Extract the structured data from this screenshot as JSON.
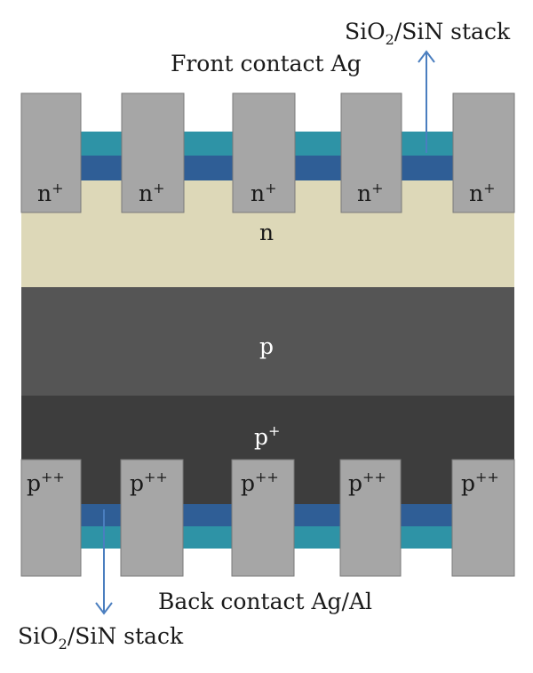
{
  "labels": {
    "front_contact": "Front contact Ag",
    "back_contact": "Back contact Ag/Al",
    "front_stack": {
      "a": "SiO",
      "sub": "2",
      "b": "/SiN stack"
    },
    "back_stack": {
      "a": "SiO",
      "sub": "2",
      "b": "/SiN stack"
    },
    "n_layer": "n",
    "p_layer": "p",
    "p_plus": {
      "base": "p",
      "sup": "+"
    },
    "n_plus": {
      "base": "n",
      "sup": "+"
    },
    "p_plus_plus": {
      "base": "p",
      "sup": "++"
    }
  },
  "colors": {
    "contact": "#a6a6a6",
    "teal": "#2e93a6",
    "blue": "#2f5e96",
    "n_layer": "#ddd8b8",
    "p_layer": "#555555",
    "p_plus_layer": "#3d3d3d",
    "arrow": "#4a7ebf"
  }
}
